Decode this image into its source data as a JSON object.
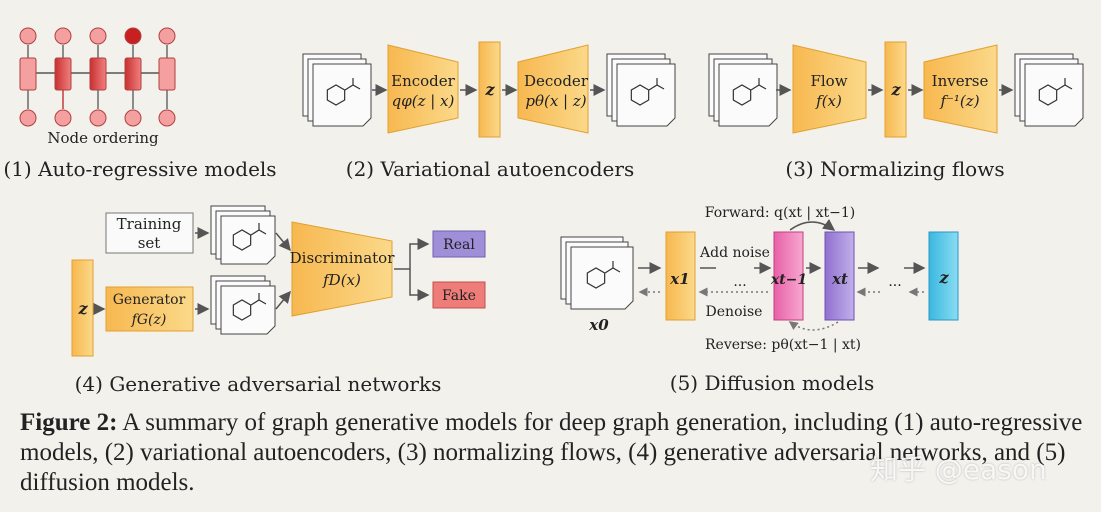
{
  "colors": {
    "orange": "#f8c860",
    "orange_edge": "#e0a030",
    "red": "#d94040",
    "purple": "#a78bd8",
    "pink": "#ee7ab8",
    "cyan": "#56c8e8",
    "real": "#9f8fd8",
    "fake": "#ee7c78"
  },
  "panel1": {
    "node_ordering": "Node ordering",
    "caption": "(1) Auto-regressive models"
  },
  "panel2": {
    "encoder": "Encoder",
    "encoder_expr": "qφ(z | x)",
    "z": "z",
    "decoder": "Decoder",
    "decoder_expr": "pθ(x | z)",
    "caption": "(2) Variational autoencoders"
  },
  "panel3": {
    "flow": "Flow",
    "flow_expr": "f(x)",
    "z": "z",
    "inverse": "Inverse",
    "inverse_expr": "f⁻¹(z)",
    "caption": "(3) Normalizing flows"
  },
  "panel4": {
    "training_set_1": "Training",
    "training_set_2": "set",
    "z": "z",
    "generator": "Generator",
    "generator_expr": "fG(z)",
    "discriminator": "Discriminator",
    "discriminator_expr": "fD(x)",
    "real": "Real",
    "fake": "Fake",
    "caption": "(4) Generative adversarial networks"
  },
  "panel5": {
    "forward": "Forward: q(xt | xt−1)",
    "add_noise": "Add noise",
    "dots_top": "···",
    "dots_bottom": "···",
    "denoise": "Denoise",
    "reverse": "Reverse: pθ(xt−1 | xt)",
    "x0": "x0",
    "x1": "x1",
    "xt_minus_1": "xt−1",
    "xt": "xt",
    "z": "z",
    "caption": "(5) Diffusion models"
  },
  "figure_caption": {
    "label": "Figure 2:",
    "text": " A summary of graph generative models for deep graph generation, including (1) auto-regressive models, (2) variational autoencoders, (3) normalizing flows, (4) generative adversarial networks, and (5) diffusion models."
  },
  "watermark": "知乎 @eason"
}
